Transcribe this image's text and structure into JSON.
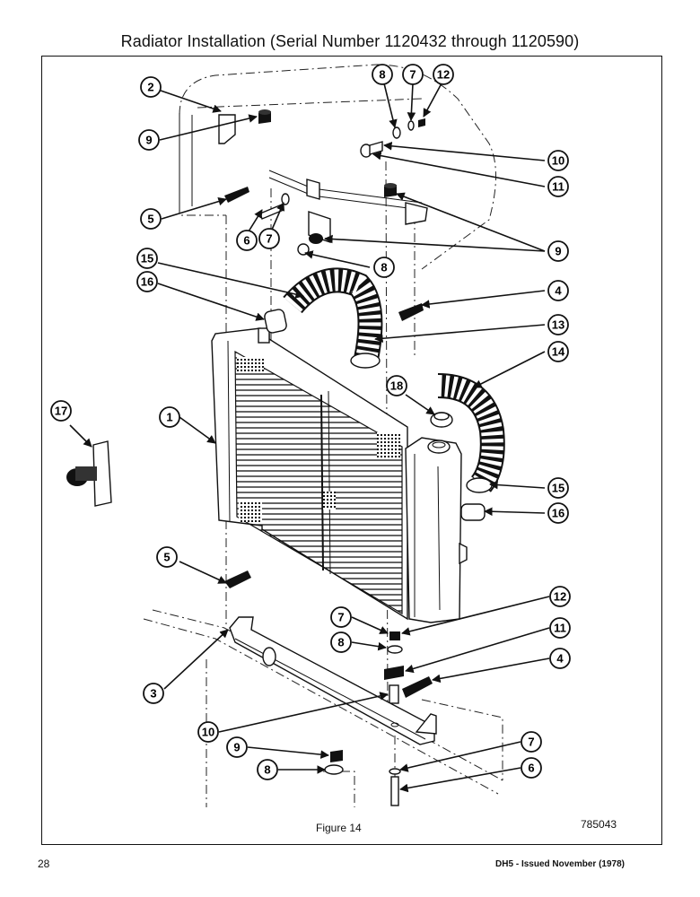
{
  "page_title": "Radiator Installation (Serial Number 1120432 through 1120590)",
  "figure_caption": "Figure 14",
  "figure_code": "785043",
  "page_number": "28",
  "document_id": "DH5 - Issued November (1978)",
  "callouts": [
    "1",
    "2",
    "3",
    "4",
    "4",
    "5",
    "5",
    "6",
    "6",
    "7",
    "7",
    "7",
    "7",
    "8",
    "8",
    "8",
    "8",
    "9",
    "9",
    "9",
    "10",
    "10",
    "11",
    "11",
    "12",
    "12",
    "13",
    "14",
    "15",
    "15",
    "16",
    "16",
    "17",
    "18"
  ]
}
